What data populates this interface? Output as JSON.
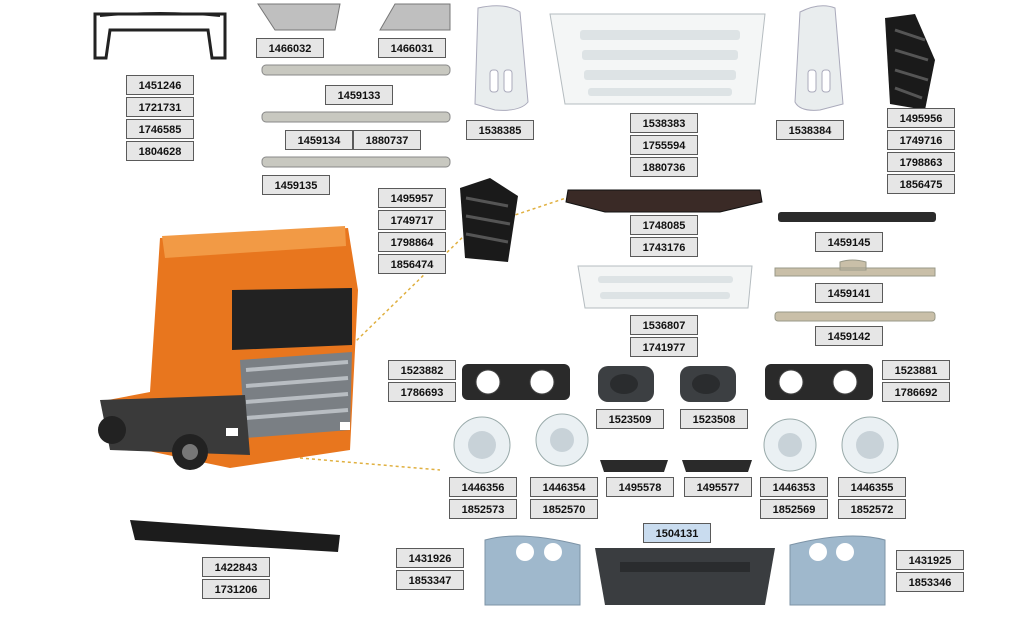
{
  "labels": {
    "g_a": [
      "1451246",
      "1721731",
      "1746585",
      "1804628"
    ],
    "g_b": [
      "1466032"
    ],
    "g_c": [
      "1466031"
    ],
    "g_d": [
      "1459133"
    ],
    "g_e": [
      "1459134",
      "1880737"
    ],
    "g_f": [
      "1459135"
    ],
    "g_g": [
      "1538385"
    ],
    "g_h": [
      "1538383",
      "1755594",
      "1880736"
    ],
    "g_i": [
      "1538384"
    ],
    "g_j": [
      "1495956",
      "1749716",
      "1798863",
      "1856475"
    ],
    "g_k": [
      "1495957",
      "1749717",
      "1798864",
      "1856474"
    ],
    "g_l": [
      "1748085",
      "1743176"
    ],
    "g_m": [
      "1459145"
    ],
    "g_n": [
      "1459141"
    ],
    "g_o": [
      "1536807",
      "1741977"
    ],
    "g_p": [
      "1459142"
    ],
    "g_q": [
      "1523882",
      "1786693"
    ],
    "g_r": [
      "1523509"
    ],
    "g_s": [
      "1523508"
    ],
    "g_t": [
      "1523881",
      "1786692"
    ],
    "g_u": [
      "1446356",
      "1852573"
    ],
    "g_v": [
      "1446354",
      "1852570"
    ],
    "g_w": [
      "1495578"
    ],
    "g_x": [
      "1495577"
    ],
    "g_y": [
      "1446353",
      "1852569"
    ],
    "g_z": [
      "1446355",
      "1852572"
    ],
    "g_aa": [
      "1504131"
    ],
    "g_ab": [
      "1422843",
      "1731206"
    ],
    "g_ac": [
      "1431926",
      "1853347"
    ],
    "g_ad": [
      "1431925",
      "1853346"
    ]
  },
  "colors": {
    "truck_orange": "#e8761e",
    "label_bg": "#e6e6e6",
    "label_highlight": "#c9dcef",
    "bumper_blue": "#9fb8cc",
    "guide_line": "#e0b040"
  }
}
